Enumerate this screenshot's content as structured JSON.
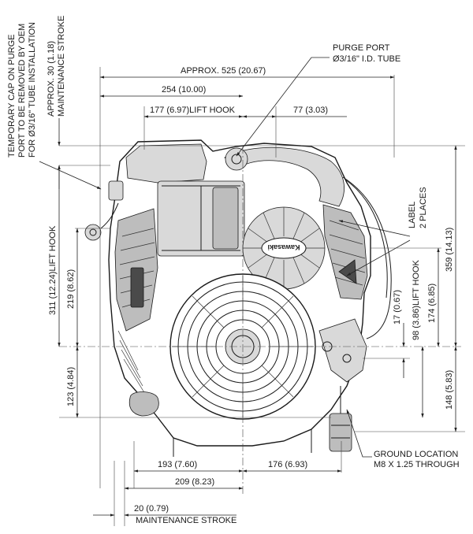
{
  "labels": {
    "purge_port_1": "PURGE PORT",
    "purge_port_2": "Ø3/16\" I.D. TUBE",
    "approx_width": "APPROX. 525 (20.67)",
    "dim_254": "254 (10.00)",
    "dim_177": "177 (6.97)LIFT HOOK",
    "dim_77": "77 (3.03)",
    "temp_cap_1": "TEMPORARY CAP ON PURGE",
    "temp_cap_2": "PORT TO BE REMOVED BY OEM",
    "temp_cap_3": "FOR Ø3/16\" TUBE INSTALLATION",
    "approx_30": "APPROX. 30 (1.18)",
    "maint_stroke_top": "MAINTENANCE STROKE",
    "dim_311": "311 (12.24)LIFT HOOK",
    "dim_219": "219 (8.62)",
    "dim_123": "123 (4.84)",
    "label_2places_1": "LABEL",
    "label_2places_2": "2 PLACES",
    "dim_17": "17 (0.67)",
    "dim_98": "98 (3.86)LIFT HOOK",
    "dim_174": "174 (6.85)",
    "dim_359": "359 (14.13)",
    "dim_148": "148 (5.83)",
    "dim_193": "193 (7.60)",
    "dim_176": "176 (6.93)",
    "dim_209": "209 (8.23)",
    "dim_20": "20 (0.79)",
    "maint_stroke_bottom": "MAINTENANCE STROKE",
    "ground_1": "GROUND LOCATION",
    "ground_2": "M8 X 1.25 THROUGH",
    "brand": "Kawasaki"
  }
}
